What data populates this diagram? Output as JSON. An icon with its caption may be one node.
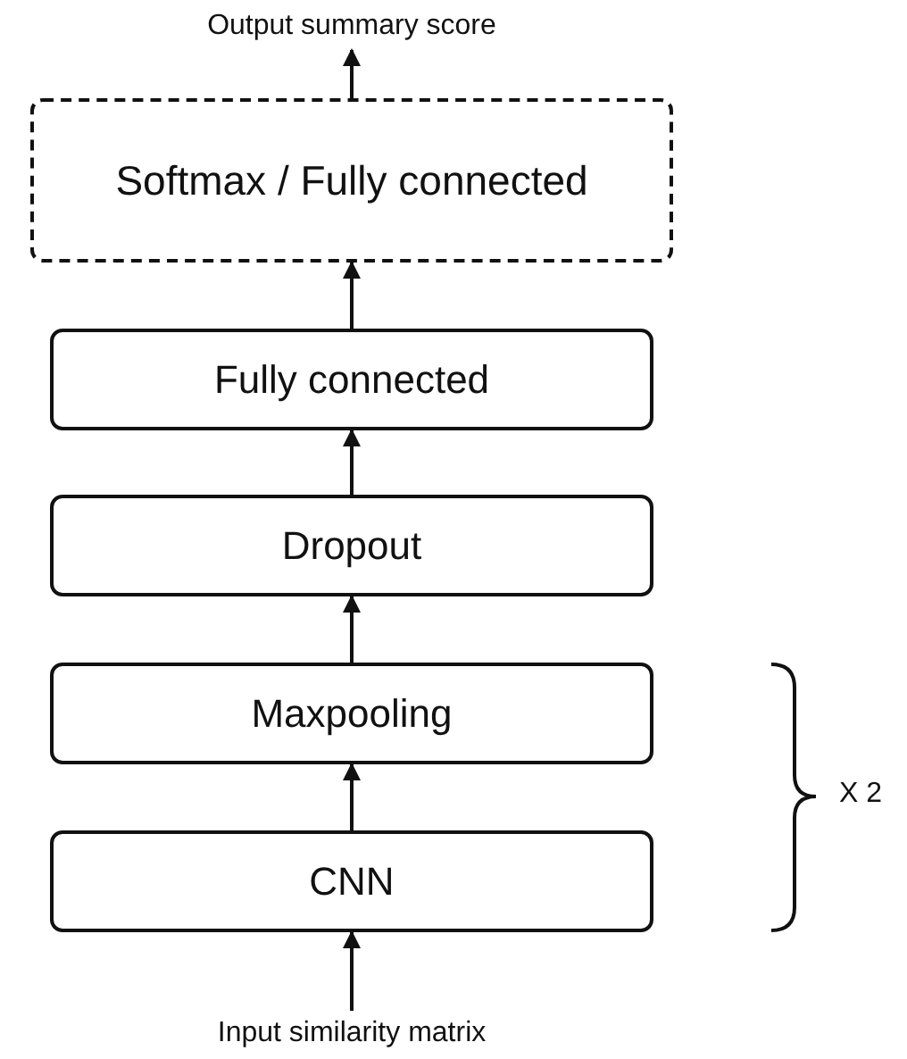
{
  "diagram": {
    "nodes": [
      {
        "text": [
          "Output summary score"
        ]
      },
      {
        "text": [
          "Softmax / Fully connected"
        ]
      },
      {
        "text": [
          "Fully connected"
        ]
      },
      {
        "text": [
          "Dropout"
        ]
      },
      {
        "text": [
          "Maxpooling"
        ]
      },
      {
        "text": [
          "CNN"
        ]
      },
      {
        "text": [
          "Input similarity matrix"
        ]
      }
    ],
    "edges": [
      {
        "from": 6,
        "to": 5,
        "arrow": "to"
      },
      {
        "from": 5,
        "to": 4,
        "arrow": "to"
      },
      {
        "from": 4,
        "to": 3,
        "arrow": "to"
      },
      {
        "from": 3,
        "to": 2,
        "arrow": "to"
      },
      {
        "from": 2,
        "to": 1,
        "arrow": "to"
      },
      {
        "from": 1,
        "to": 0,
        "arrow": "to"
      }
    ],
    "labels": [
      "X 2"
    ]
  }
}
